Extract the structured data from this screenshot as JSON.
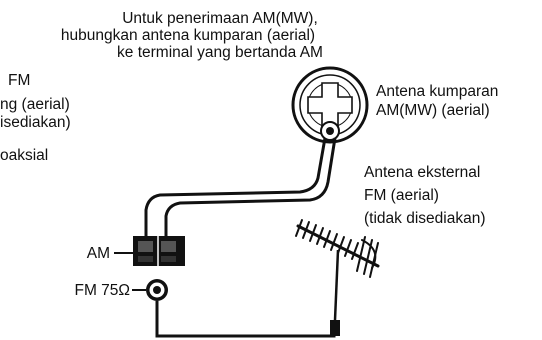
{
  "instruction": {
    "line1": "Untuk penerimaan AM(MW),",
    "line2": "hubungkan antena kumparan (aerial)",
    "line3": "ke terminal yang bertanda AM"
  },
  "left_cut": {
    "line1": "FM",
    "line2": "ng (aerial)",
    "line3": "isediakan)",
    "line4": "oaksial"
  },
  "am_loop": {
    "line1": "Antena kumparan",
    "line2": "AM(MW) (aerial)"
  },
  "fm_external": {
    "line1": "Antena eksternal",
    "line2": "FM (aerial)",
    "line3": "(tidak disediakan)"
  },
  "terminals": {
    "am": "AM",
    "fm": "FM 75Ω"
  },
  "colors": {
    "ink": "#111111",
    "background": "#ffffff"
  }
}
